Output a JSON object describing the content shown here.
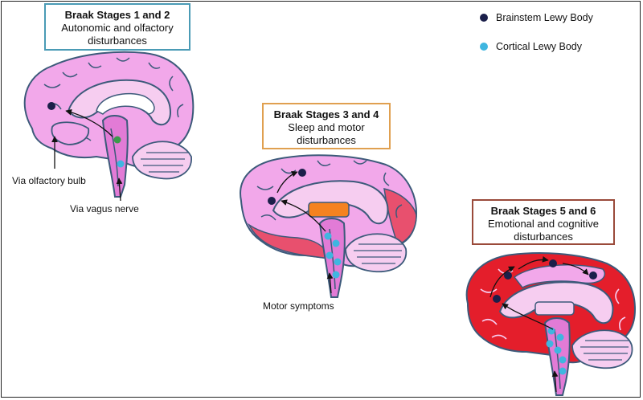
{
  "stages": [
    {
      "title": "Braak Stages 1 and 2",
      "description": "Autonomic and olfactory\ndisturbances"
    },
    {
      "title": "Braak Stages 3 and 4",
      "description": "Sleep and motor\ndisturbances"
    },
    {
      "title": "Braak Stages 5 and 6",
      "description": "Emotional and cognitive\ndisturbances"
    }
  ],
  "legend": [
    {
      "label": "Brainstem Lewy Body",
      "color": "#1b1f4a"
    },
    {
      "label": "Cortical Lewy Body",
      "color": "#3fb6e0"
    }
  ],
  "annotations": {
    "olfactory": "Via olfactory bulb",
    "vagus": "Via vagus nerve",
    "motor": "Motor symptoms"
  },
  "colors": {
    "cortex_light": "#f2a8ea",
    "cortex_pink": "#e8506e",
    "cortex_red": "#e41e2b",
    "brainstem": "#e27bd6",
    "outline": "#3c5a7a",
    "thalamus_orange": "#f58220",
    "thalamus_green": "#3a9a4a"
  }
}
